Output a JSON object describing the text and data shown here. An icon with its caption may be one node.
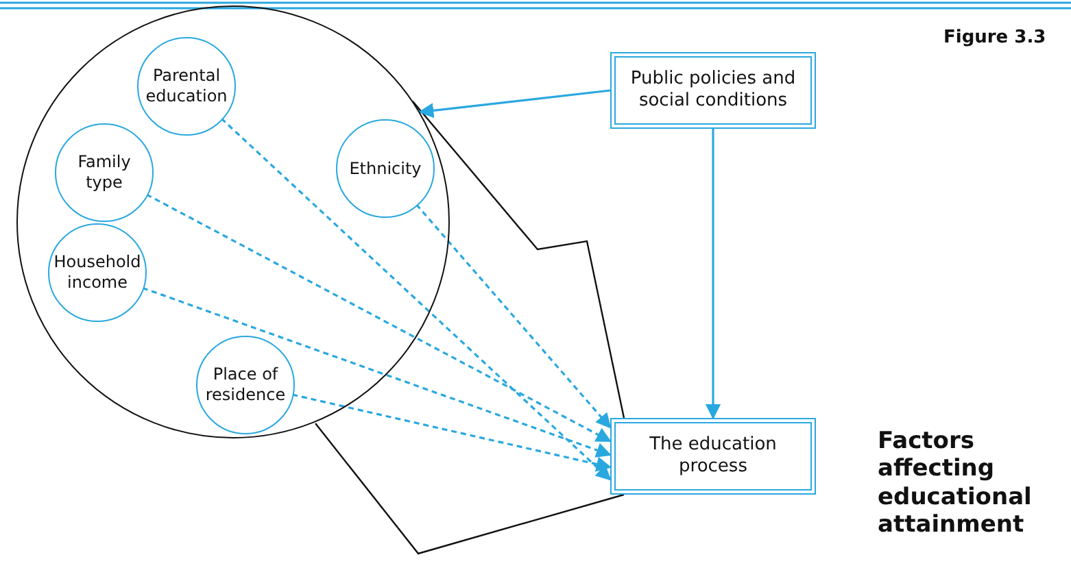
{
  "diagram": {
    "title": "Factors affecting educational attainment",
    "nodes": [
      {
        "text": [],
        "shape": "circle"
      },
      {
        "text": [
          "Parental education"
        ],
        "in": 0
      },
      {
        "text": [
          "Ethnicity"
        ],
        "in": 0
      },
      {
        "text": [
          "Family type"
        ],
        "in": 0
      },
      {
        "text": [
          "Household income"
        ],
        "in": 0
      },
      {
        "text": [
          "Place of residence"
        ],
        "in": 0
      },
      {
        "text": [
          "Public policies and social conditions"
        ]
      },
      {
        "text": [
          "The education process"
        ]
      }
    ],
    "edges": [
      {
        "from": 6,
        "to": 0,
        "arrow": "to"
      },
      {
        "from": 6,
        "to": 7,
        "arrow": "to"
      },
      {
        "from": 1,
        "to": 7,
        "arrow": "to",
        "style": "dashed"
      },
      {
        "from": 2,
        "to": 7,
        "arrow": "to",
        "style": "dashed"
      },
      {
        "from": 3,
        "to": 7,
        "arrow": "to",
        "style": "dashed"
      },
      {
        "from": 4,
        "to": 7,
        "arrow": "to",
        "style": "dashed"
      },
      {
        "from": 5,
        "to": 7,
        "arrow": "to",
        "style": "dashed"
      }
    ],
    "labels": [
      "Figure 3.3"
    ]
  }
}
